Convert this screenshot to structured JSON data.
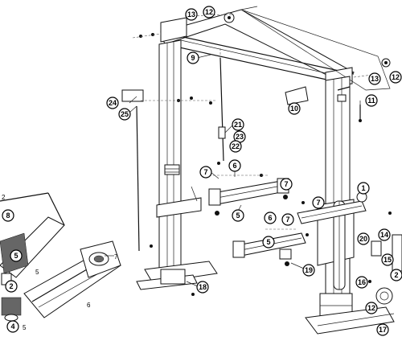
{
  "callouts": [
    {
      "label": "13"
    },
    {
      "label": "12"
    },
    {
      "label": "9"
    },
    {
      "label": "13"
    },
    {
      "label": "12"
    },
    {
      "label": "24"
    },
    {
      "label": "25"
    },
    {
      "label": "10"
    },
    {
      "label": "11"
    },
    {
      "label": "21"
    },
    {
      "label": "23"
    },
    {
      "label": "22"
    },
    {
      "label": "7"
    },
    {
      "label": "6"
    },
    {
      "label": "7"
    },
    {
      "label": "5"
    },
    {
      "label": "1"
    },
    {
      "label": "6"
    },
    {
      "label": "7"
    },
    {
      "label": "5"
    },
    {
      "label": "7"
    },
    {
      "label": "19"
    },
    {
      "label": "20"
    },
    {
      "label": "14"
    },
    {
      "label": "15"
    },
    {
      "label": "8"
    },
    {
      "label": "5"
    },
    {
      "label": "18"
    },
    {
      "label": "16"
    },
    {
      "label": "12"
    },
    {
      "label": "17"
    },
    {
      "label": "2"
    },
    {
      "label": "4"
    },
    {
      "label": "2"
    }
  ],
  "plain_numbers": [
    {
      "label": "7"
    },
    {
      "label": "5"
    },
    {
      "label": "6"
    },
    {
      "label": "5"
    },
    {
      "label": "2"
    }
  ]
}
